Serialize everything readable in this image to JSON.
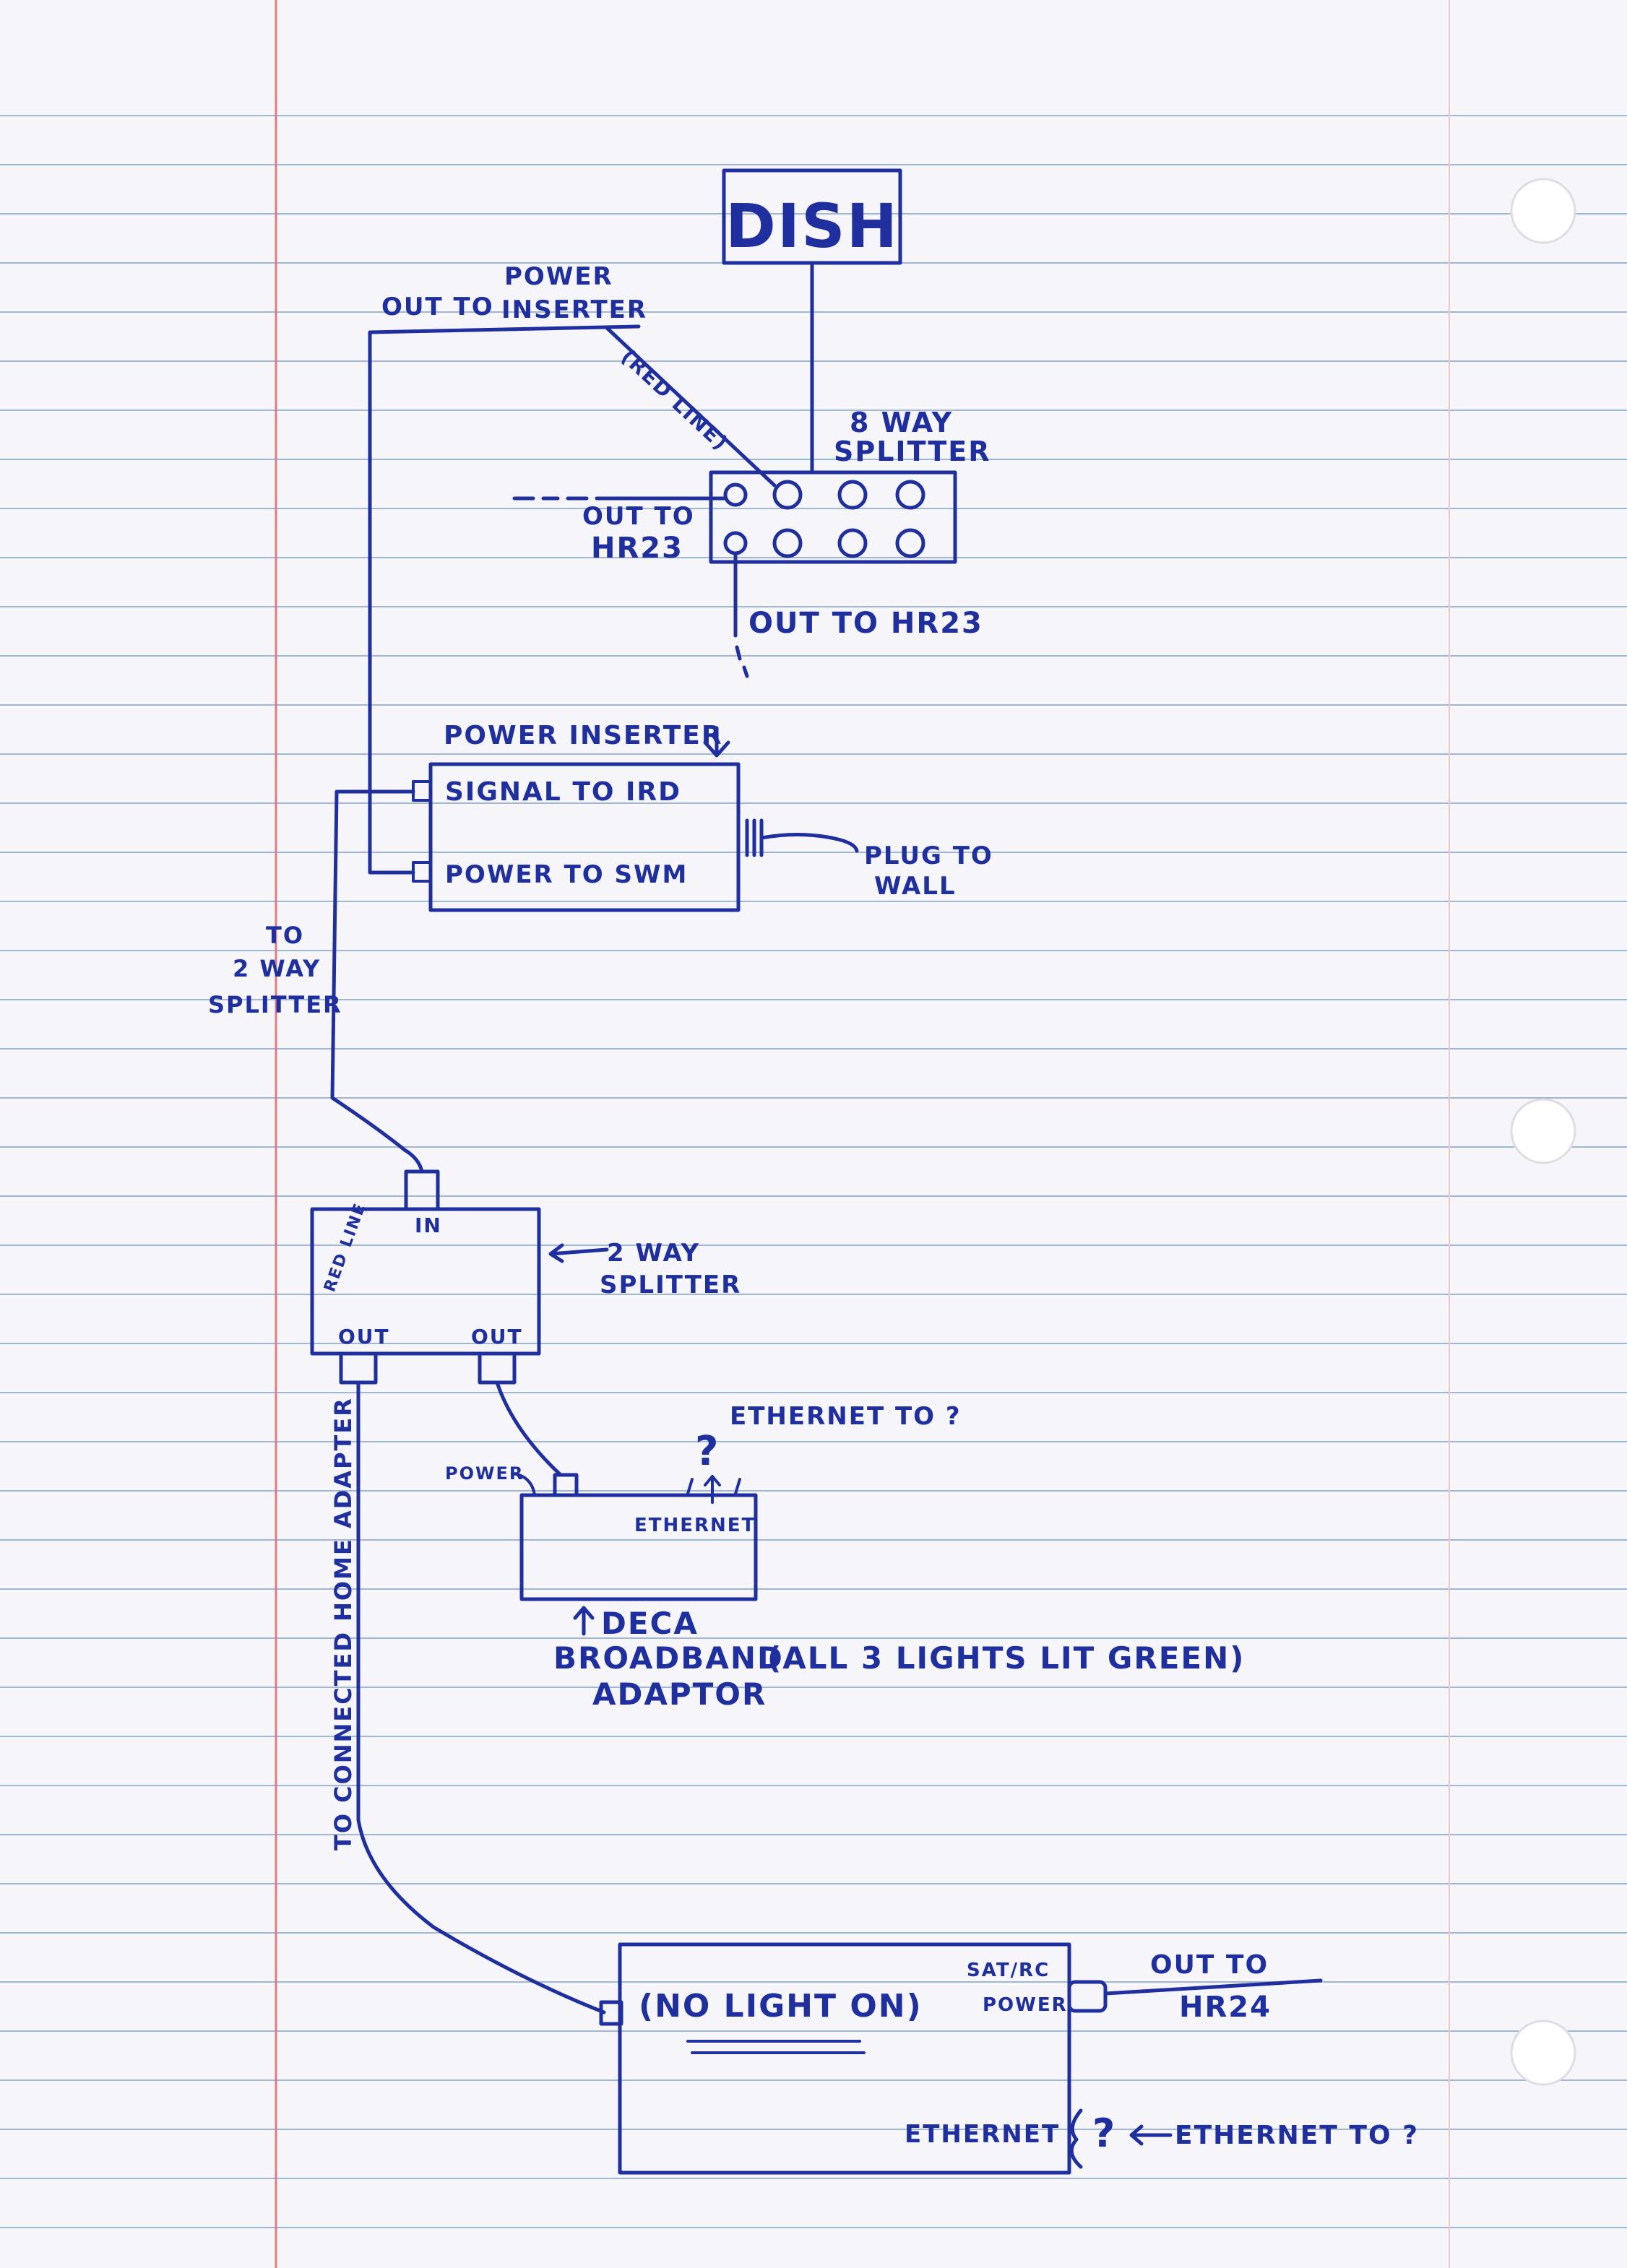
{
  "colors": {
    "ink": "#1f2f9e",
    "paper": "#f6f5f9",
    "rule": "#9fb6d6",
    "margin": "#e07a86"
  },
  "labels": {
    "dish": "DISH",
    "out_to_pi_1": "OUT TO",
    "out_to_pi_2": "POWER",
    "out_to_pi_3": "INSERTER",
    "red_line": "(RED LINE)",
    "splitter8_1": "8 WAY",
    "splitter8_2": "SPLITTER",
    "out_hr23_a1": "OUT TO",
    "out_hr23_a2": "HR23",
    "out_hr23_b": "OUT TO HR23",
    "power_inserter": "POWER INSERTER",
    "signal_to_ird": "SIGNAL TO IRD",
    "power_to_swm": "POWER TO SWM",
    "plug_1": "PLUG TO",
    "plug_2": "WALL",
    "to_2way_1": "TO",
    "to_2way_2": "2 WAY",
    "to_2way_3": "SPLITTER",
    "in": "IN",
    "red_line_small": "RED LINE",
    "splitter2_1": "2 WAY",
    "splitter2_2": "SPLITTER",
    "out_left": "OUT",
    "out_right": "OUT",
    "ethernet_q": "ETHERNET TO ?",
    "qmark": "?",
    "power_small": "POWER",
    "ethernet_small": "ETHERNET",
    "deca_1": "DECA",
    "deca_2": "BROADBAND",
    "deca_3": "ADAPTOR",
    "lights_green": "(ALL 3 LIGHTS LIT GREEN)",
    "to_cha": "TO CONNECTED HOME ADAPTER",
    "no_light": "(NO LIGHT ON)",
    "sat_1": "SAT/RC",
    "sat_2": "POWER",
    "out_hr24_1": "OUT TO",
    "out_hr24_2": "HR24",
    "ethernet_bottom": "ETHERNET",
    "ethernet_to_q": "ETHERNET TO ?",
    "q_bottom": "?"
  }
}
